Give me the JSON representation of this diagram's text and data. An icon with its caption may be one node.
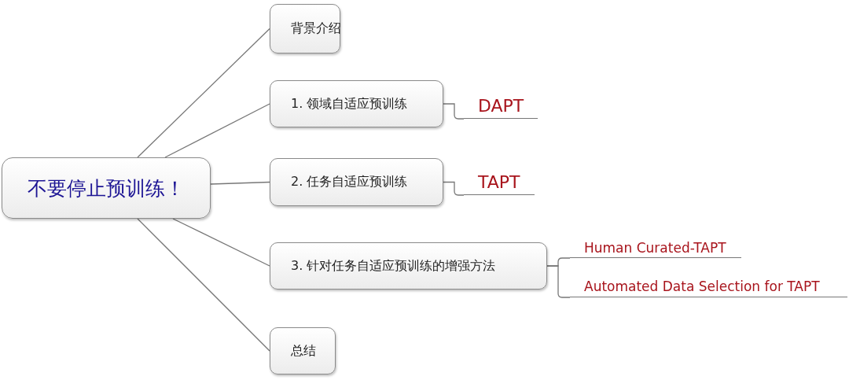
{
  "diagram": {
    "nodes": [
      {
        "text": [
          "不要停止预训练！"
        ]
      },
      {
        "text": [
          "背景介绍"
        ]
      },
      {
        "text": [
          "1. 领域自适应预训练"
        ]
      },
      {
        "text": [
          "2. 任务自适应预训练"
        ]
      },
      {
        "text": [
          "3. 针对任务自适应预训练的增强方法"
        ]
      },
      {
        "text": [
          "总结"
        ]
      },
      {
        "text": [
          "DAPT"
        ]
      },
      {
        "text": [
          "TAPT"
        ]
      },
      {
        "text": [
          "Human Curated-TAPT"
        ]
      },
      {
        "text": [
          "Automated Data Selection for TAPT"
        ]
      }
    ],
    "edges": [
      {
        "from": 0,
        "to": 1,
        "arrow": "none"
      },
      {
        "from": 0,
        "to": 2,
        "arrow": "none"
      },
      {
        "from": 0,
        "to": 3,
        "arrow": "none"
      },
      {
        "from": 0,
        "to": 4,
        "arrow": "none"
      },
      {
        "from": 0,
        "to": 5,
        "arrow": "none"
      },
      {
        "from": 2,
        "to": 6,
        "arrow": "none"
      },
      {
        "from": 3,
        "to": 7,
        "arrow": "none"
      },
      {
        "from": 4,
        "to": 8,
        "arrow": "none"
      },
      {
        "from": 4,
        "to": 9,
        "arrow": "none"
      }
    ]
  }
}
